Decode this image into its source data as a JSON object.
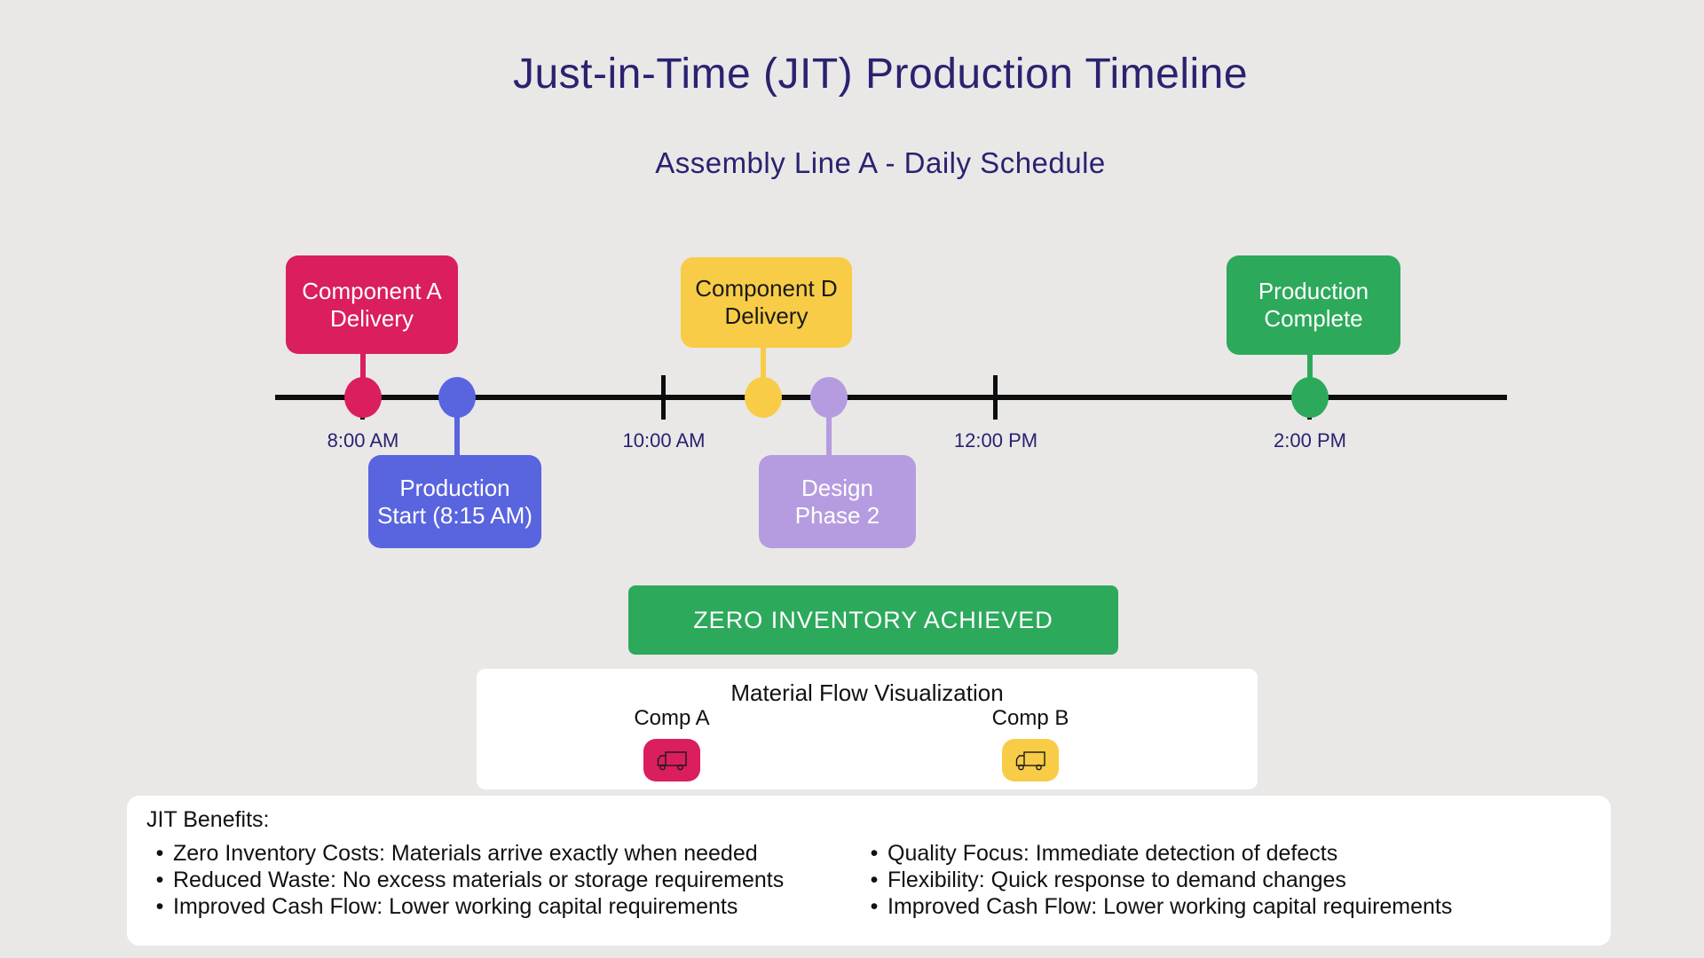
{
  "header": {
    "title": "Just-in-Time (JIT) Production Timeline",
    "subtitle": "Assembly Line A - Daily Schedule"
  },
  "timeline": {
    "ticks": [
      {
        "label": "8:00 AM"
      },
      {
        "label": "10:00 AM"
      },
      {
        "label": "12:00 PM"
      },
      {
        "label": "2:00 PM"
      }
    ],
    "events": [
      {
        "id": "component-a-delivery",
        "text": "Component A\nDelivery",
        "color": "#DA1E5E",
        "position": "above-axis",
        "time": "8:00 AM"
      },
      {
        "id": "production-start",
        "text": "Production\nStart (8:15 AM)",
        "color": "#5964DF",
        "position": "below-axis",
        "time": "8:15 AM"
      },
      {
        "id": "component-d-delivery",
        "text": "Component D\nDelivery",
        "color": "#F8CC46",
        "position": "above-axis"
      },
      {
        "id": "design-phase-2",
        "text": "Design\nPhase 2",
        "color": "#B59CE0",
        "position": "below-axis"
      },
      {
        "id": "production-complete",
        "text": "Production\nComplete",
        "color": "#2DA95C",
        "position": "above-axis",
        "time": "2:00 PM"
      }
    ]
  },
  "banner": {
    "label": "ZERO INVENTORY ACHIEVED",
    "color": "#2DA95C"
  },
  "material_flow": {
    "heading": "Material Flow Visualization",
    "items": [
      {
        "label": "Comp A",
        "icon": "truck-icon",
        "color": "#DA1E5E"
      },
      {
        "label": "Comp B",
        "icon": "truck-icon",
        "color": "#F8CC46"
      }
    ]
  },
  "benefits": {
    "heading": "JIT Benefits:",
    "left": [
      "Zero Inventory Costs: Materials arrive exactly when needed",
      "Reduced Waste: No excess materials or storage requirements",
      "Improved Cash Flow: Lower working capital requirements"
    ],
    "right": [
      "Quality Focus: Immediate detection of defects",
      "Flexibility: Quick response to demand changes",
      "Improved Cash Flow: Lower working capital requirements"
    ]
  },
  "colors": {
    "background": "#E9E8E7",
    "heading_navy": "#2A2270",
    "pink": "#DA1E5E",
    "blue": "#5964DF",
    "yellow": "#F8CC46",
    "purple": "#B59CE0",
    "green": "#2DA95C",
    "axis_black": "#0d0d0d",
    "card_white": "#FFFFFF"
  }
}
